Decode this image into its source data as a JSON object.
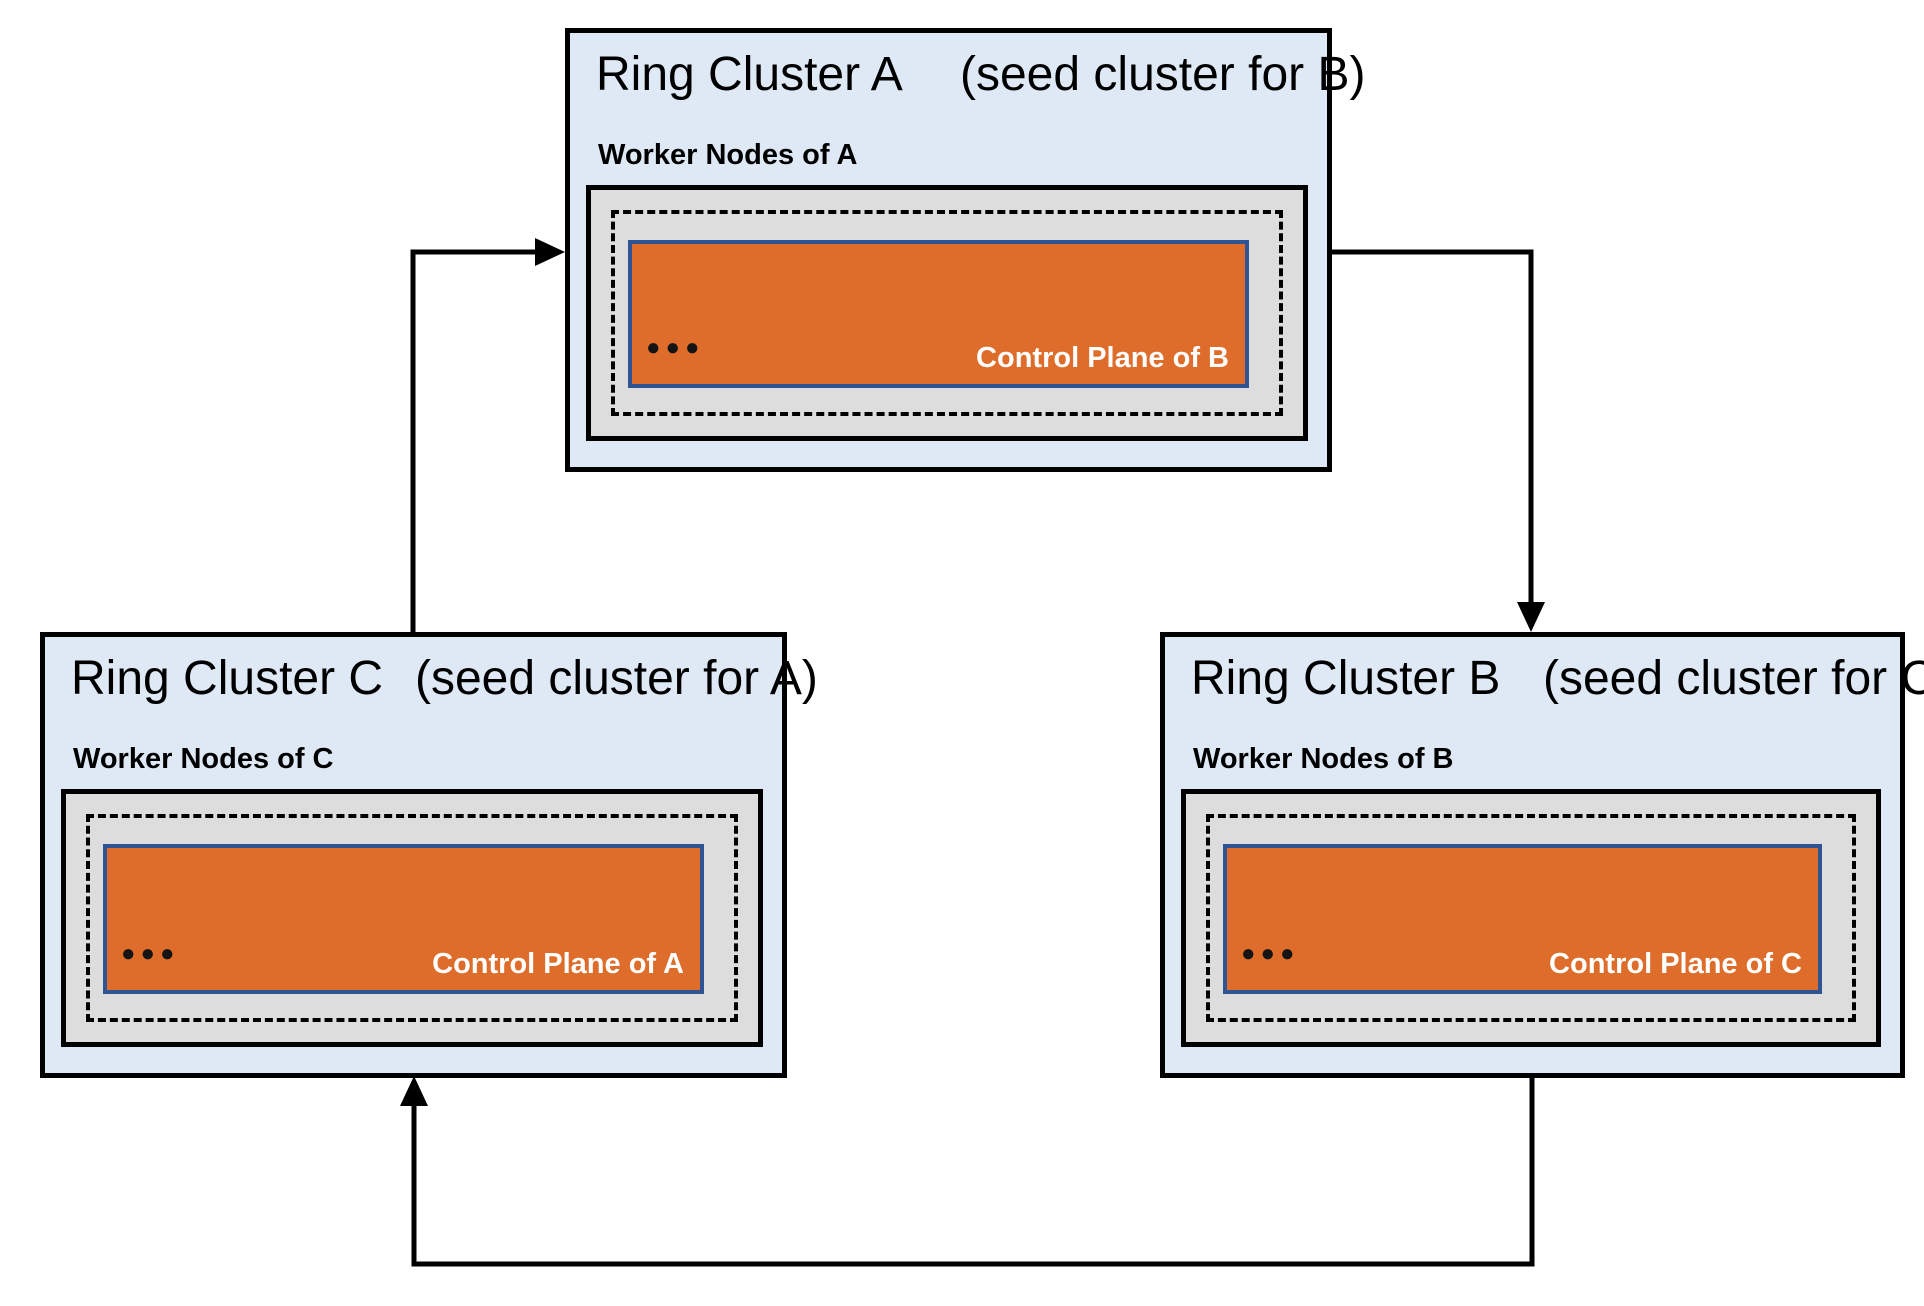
{
  "diagram": {
    "description": "Ring of three Gardener-style clusters, each hosting the control plane of the next cluster in the ring"
  },
  "colors": {
    "cluster_fill": "#DEE9F5",
    "worker_box_fill": "#DDDDDD",
    "control_plane_fill": "#DE6C2A",
    "control_plane_border": "#2F5493",
    "outline": "#000000",
    "control_label_text": "#FFFFFF"
  },
  "clusters": [
    {
      "id": "a",
      "title": "Ring Cluster A",
      "subtitle": "(seed cluster for B)",
      "worker_label": "Worker Nodes of A",
      "control_label": "Control Plane of B",
      "dots": "●●●"
    },
    {
      "id": "c",
      "title": "Ring Cluster C",
      "subtitle": "(seed cluster for A)",
      "worker_label": "Worker Nodes of C",
      "control_label": "Control Plane of A",
      "dots": "●●●"
    },
    {
      "id": "b",
      "title": "Ring Cluster B",
      "subtitle": "(seed cluster for C)",
      "worker_label": "Worker Nodes of B",
      "control_label": "Control Plane of C",
      "dots": "●●●"
    }
  ],
  "arrows": [
    {
      "id": "c-to-a",
      "from": "Ring Cluster C",
      "to": "Ring Cluster A"
    },
    {
      "id": "a-to-b",
      "from": "Ring Cluster A",
      "to": "Ring Cluster B"
    },
    {
      "id": "b-to-c",
      "from": "Ring Cluster B",
      "to": "Ring Cluster C"
    }
  ]
}
